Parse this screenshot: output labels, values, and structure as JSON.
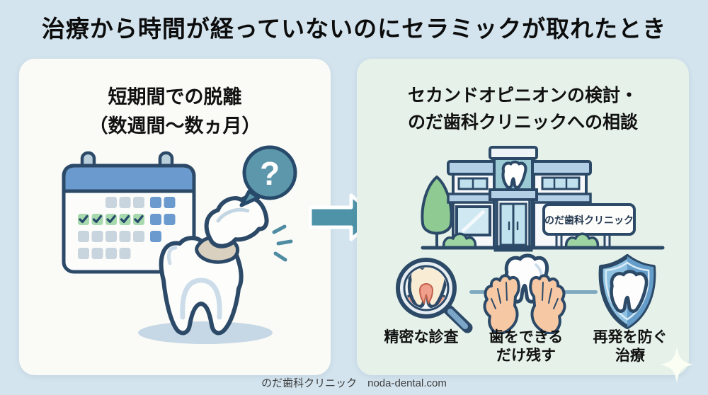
{
  "page": {
    "title": "治療から時間が経っていないのにセラミックが取れたとき",
    "footer": "のだ歯科クリニック　noda-dental.com",
    "background_color": "#d3e4ee"
  },
  "left_panel": {
    "background_color": "#fafaf7",
    "heading_line1": "短期間での脱離",
    "heading_line2": "（数週間〜数ヵ月）",
    "question_mark": "?",
    "illustration": {
      "icons": [
        "calendar-icon",
        "falling-crown-icon",
        "molar-tooth-icon",
        "question-bubble-icon",
        "motion-lines-icon"
      ],
      "calendar_checked_days": 5
    }
  },
  "arrow": {
    "icon": "arrow-right-icon",
    "color": "#4e93a8"
  },
  "right_panel": {
    "background_color": "#e6f2e9",
    "heading_line1": "セカンドオピニオンの検討・",
    "heading_line2": "のだ歯科クリニックへの相談",
    "clinic_sign": "のだ歯科クリニック",
    "features": [
      {
        "icon": "magnifier-tooth-icon",
        "label_line1": "精密な診査",
        "label_line2": ""
      },
      {
        "icon": "hands-holding-tooth-icon",
        "label_line1": "歯をできる",
        "label_line2": "だけ残す"
      },
      {
        "icon": "shield-tooth-icon",
        "label_line1": "再発を防ぐ",
        "label_line2": "治療"
      }
    ]
  },
  "colors": {
    "outline_navy": "#2c4a68",
    "teal_accent": "#5d97ab",
    "arrow_teal": "#4e93a8",
    "calendar_blue": "#6b9bce",
    "check_green": "#a7d9ae",
    "cell_gray": "#c8d4de",
    "mint_panel": "#e6f2e9",
    "skin": "#f6c8a4",
    "shield_blue": "#8fc2e2",
    "cavity_beige": "#d9d0bf"
  }
}
